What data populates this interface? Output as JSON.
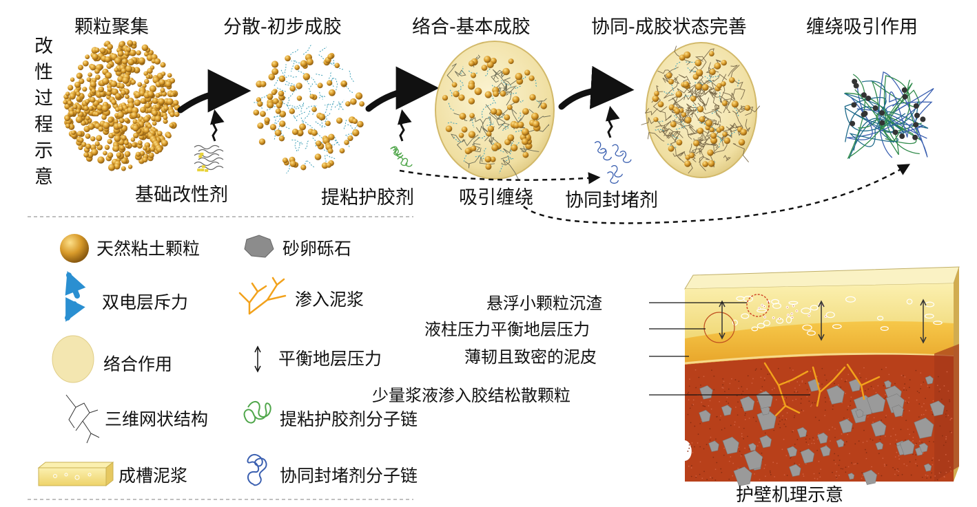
{
  "side_label": [
    "改",
    "性",
    "过",
    "程",
    "示",
    "意"
  ],
  "stages": [
    "颗粒聚集",
    "分散-初步成胶",
    "络合-基本成胶",
    "协同-成胶状态完善",
    "缠绕吸引作用"
  ],
  "agents": [
    "基础改性剂",
    "提粘护胶剂",
    "吸引缠绕",
    "协同封堵剂"
  ],
  "legend": {
    "clay": "天然粘土颗粒",
    "gravel": "砂卵砾石",
    "double_layer": "双电层斥力",
    "seepage": "渗入泥浆",
    "complex": "络合作用",
    "balance": "平衡地层压力",
    "network": "三维网状结构",
    "tackifier_chain": "提粘护胶剂分子链",
    "trench_mud": "成槽泥浆",
    "plugging_chain": "协同封堵剂分子链"
  },
  "annotations": [
    "悬浮小颗粒沉渣",
    "液柱压力平衡地层压力",
    "薄韧且致密的泥皮",
    "少量浆液渗入胶结松散颗粒"
  ],
  "caption": "护壁机理示意",
  "colors": {
    "clay": "#d89a2a",
    "gel": "#f3e6b0",
    "mud": "#f2dc78",
    "soil": "#b8401a",
    "gravel": "#9a9a9a",
    "double_layer": "#2a8fd1",
    "seepage": "#f2a21c"
  }
}
